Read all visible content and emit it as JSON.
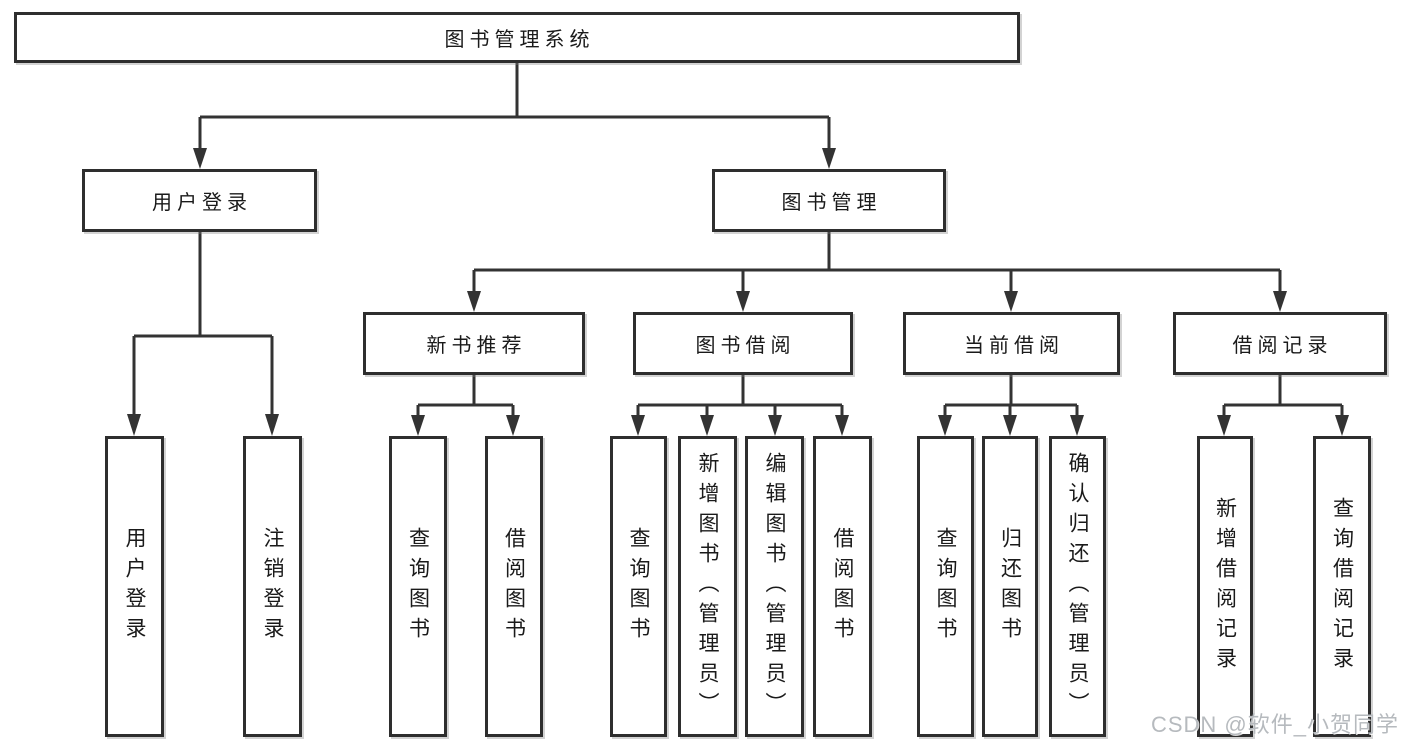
{
  "diagram": {
    "title": "图书管理系统",
    "root": {
      "label": "图书管理系统"
    },
    "level2": {
      "user_login": {
        "label": "用户登录"
      },
      "book_mgmt": {
        "label": "图书管理"
      }
    },
    "level3": {
      "new_book_rec": {
        "label": "新书推荐"
      },
      "book_borrow": {
        "label": "图书借阅"
      },
      "current_borrow": {
        "label": "当前借阅"
      },
      "borrow_record": {
        "label": "借阅记录"
      }
    },
    "leaves": [
      {
        "label": "用户登录"
      },
      {
        "label": "注销登录"
      },
      {
        "label": "查询图书"
      },
      {
        "label": "借阅图书"
      },
      {
        "label": "查询图书"
      },
      {
        "label": "新增图书（管理员）"
      },
      {
        "label": "编辑图书（管理员）"
      },
      {
        "label": "借阅图书"
      },
      {
        "label": "查询图书"
      },
      {
        "label": "归还图书"
      },
      {
        "label": "确认归还（管理员）"
      },
      {
        "label": "新增借阅记录"
      },
      {
        "label": "查询借阅记录"
      }
    ],
    "watermark": "CSDN @软件_小贺同学",
    "colors": {
      "line": "#333333",
      "border": "#2e2e2e",
      "text": "#1a1a1a",
      "background": "#ffffff",
      "watermark": "#b6babe"
    }
  }
}
